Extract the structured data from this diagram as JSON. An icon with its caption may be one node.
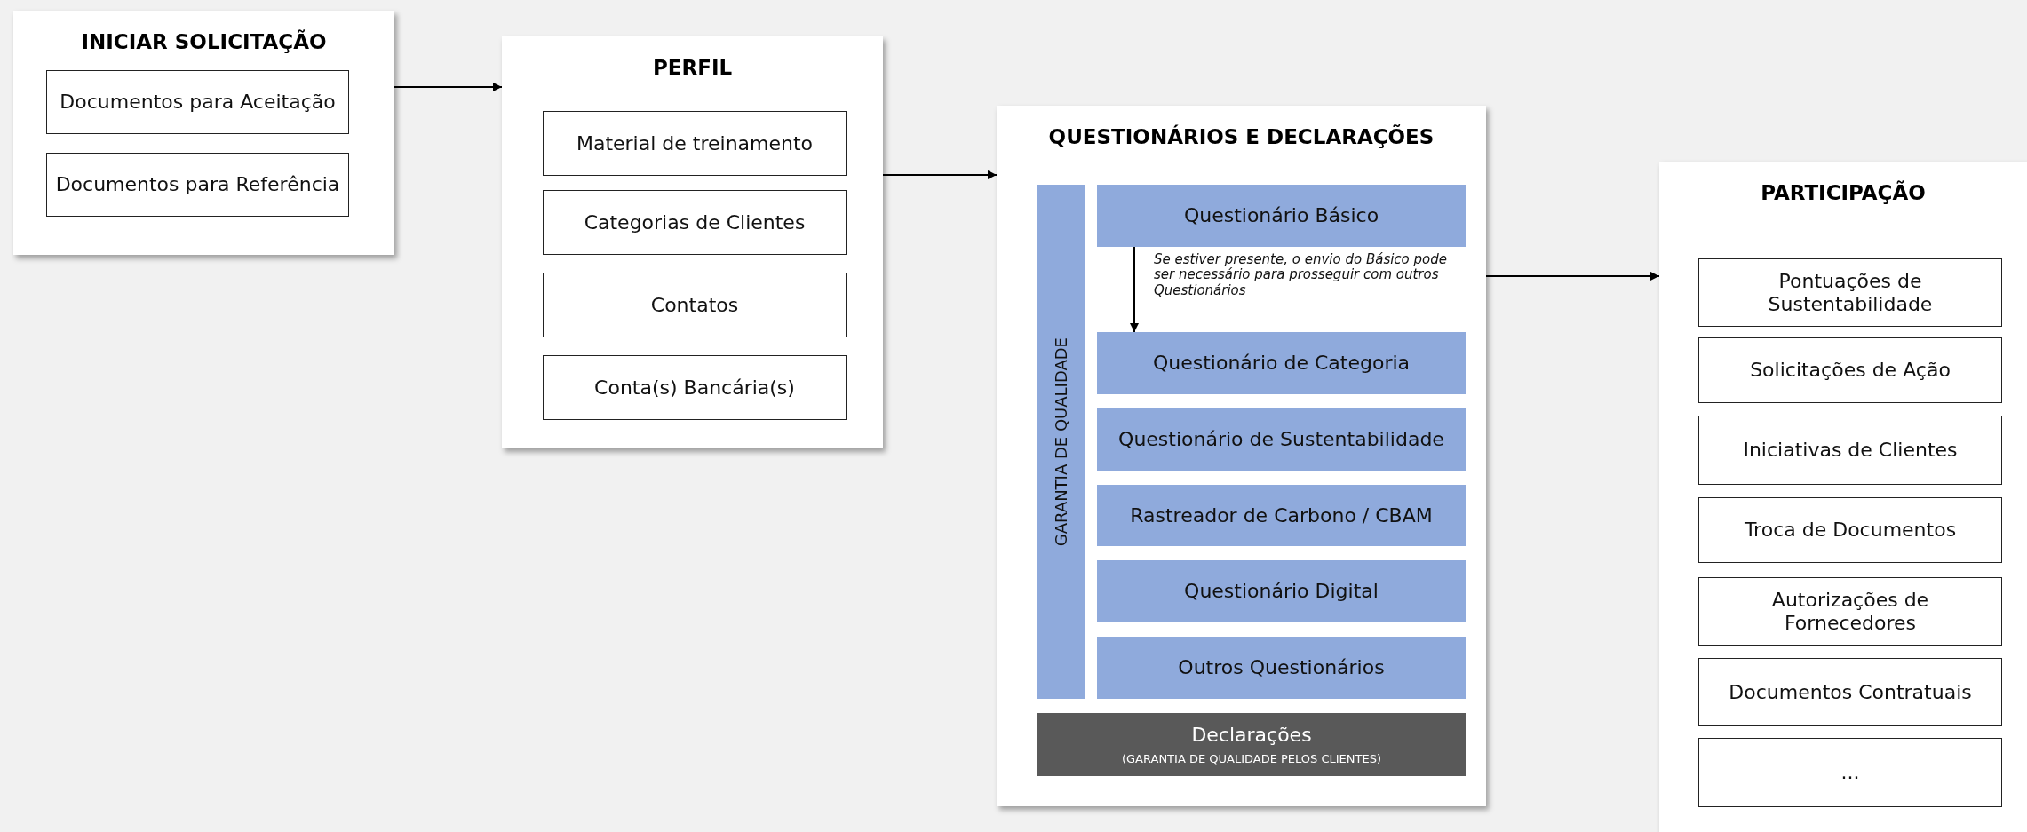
{
  "diagram": {
    "nodes": [
      {
        "text": [
          "INICIAR SOLICITAÇÃO"
        ]
      },
      {
        "text": [
          "Documentos para Aceitação"
        ],
        "in": 0
      },
      {
        "text": [
          "Documentos para Referência"
        ],
        "in": 0
      },
      {
        "text": [
          "PERFIL"
        ]
      },
      {
        "text": [
          "Material de treinamento"
        ],
        "in": 3
      },
      {
        "text": [
          "Categorias de Clientes"
        ],
        "in": 3
      },
      {
        "text": [
          "Contatos"
        ],
        "in": 3
      },
      {
        "text": [
          "Conta(s) Bancária(s)"
        ],
        "in": 3
      },
      {
        "text": [
          "QUESTIONÁRIOS E DECLARAÇÕES"
        ]
      },
      {
        "text": [
          "GARANTIA DE QUALIDADE"
        ],
        "in": 8
      },
      {
        "text": [
          "Questionário Básico"
        ],
        "in": 8
      },
      {
        "text": [
          "Questionário de Categoria"
        ],
        "in": 8
      },
      {
        "text": [
          "Questionário de Sustentabilidade"
        ],
        "in": 8
      },
      {
        "text": [
          "Rastreador de Carbono / CBAM"
        ],
        "in": 8
      },
      {
        "text": [
          "Questionário Digital"
        ],
        "in": 8
      },
      {
        "text": [
          "Outros Questionários"
        ],
        "in": 8
      },
      {
        "text": [
          "Declarações",
          "(GARANTIA DE QUALIDADE PELOS CLIENTES)"
        ],
        "in": 8
      },
      {
        "text": [
          "PARTICIPAÇÃO"
        ]
      },
      {
        "text": [
          "Pontuações de Sustentabilidade"
        ],
        "in": 17
      },
      {
        "text": [
          "Solicitações de Ação"
        ],
        "in": 17
      },
      {
        "text": [
          "Iniciativas de Clientes"
        ],
        "in": 17
      },
      {
        "text": [
          "Troca de Documentos"
        ],
        "in": 17
      },
      {
        "text": [
          "Autorizações de Fornecedores"
        ],
        "in": 17
      },
      {
        "text": [
          "Documentos Contratuais"
        ],
        "in": 17
      },
      {
        "text": [
          "..."
        ],
        "in": 17
      }
    ],
    "edges": [
      {
        "from": 0,
        "to": 3,
        "arrow": "to"
      },
      {
        "from": 3,
        "to": 8,
        "arrow": "to"
      },
      {
        "from": 8,
        "to": 17,
        "arrow": "to"
      },
      {
        "from": 10,
        "to": 11,
        "arrow": "to",
        "label": "Se estiver presente, o envio do Básico pode ser necessário para prosseguir com outros Questionários"
      }
    ]
  }
}
